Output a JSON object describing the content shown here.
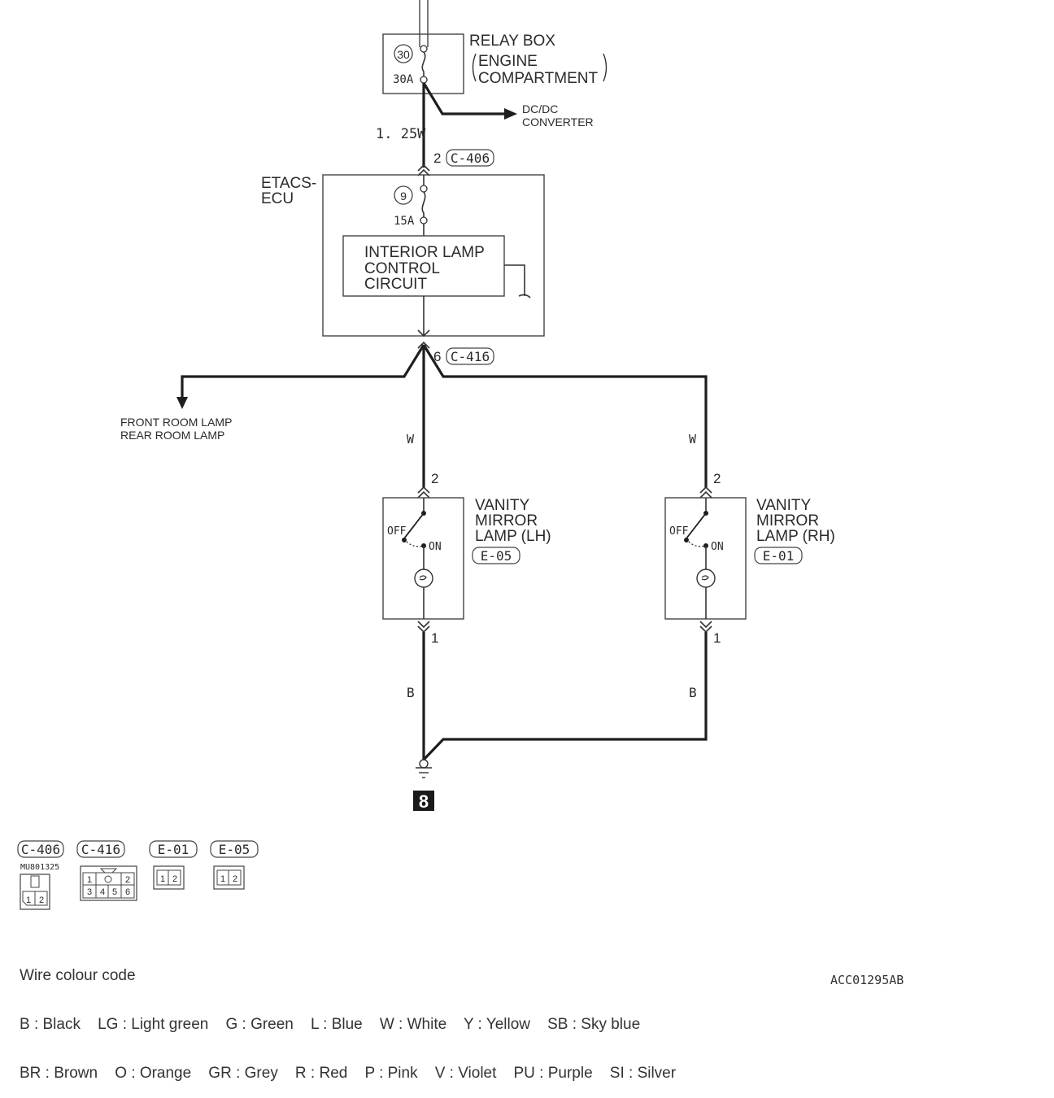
{
  "relay_box": {
    "title": "RELAY BOX",
    "subtitle_line1": "ENGINE",
    "subtitle_line2": "COMPARTMENT",
    "fuse_number": "30",
    "fuse_rating": "30A"
  },
  "dcdc": {
    "line1": "DC/DC",
    "line2": "CONVERTER"
  },
  "wire_main": {
    "label": "1. 25W"
  },
  "connector_c406": {
    "pin": "2",
    "id": "C-406"
  },
  "etacs": {
    "label_line1": "ETACS-",
    "label_line2": "ECU",
    "fuse_number": "9",
    "fuse_rating": "15A",
    "circuit_line1": "INTERIOR LAMP",
    "circuit_line2": "CONTROL",
    "circuit_line3": "CIRCUIT"
  },
  "connector_c416": {
    "pin": "6",
    "id": "C-416"
  },
  "room_lamps": {
    "line1": "FRONT ROOM LAMP",
    "line2": "REAR ROOM LAMP"
  },
  "lamp_lh": {
    "wire_top": "W",
    "pin_top": "2",
    "pin_bottom": "1",
    "wire_bottom": "B",
    "switch_off": "OFF",
    "switch_on": "ON",
    "name_line1": "VANITY",
    "name_line2": "MIRROR",
    "name_line3": "LAMP (LH)",
    "connector": "E-05"
  },
  "lamp_rh": {
    "wire_top": "W",
    "pin_top": "2",
    "pin_bottom": "1",
    "wire_bottom": "B",
    "switch_off": "OFF",
    "switch_on": "ON",
    "name_line1": "VANITY",
    "name_line2": "MIRROR",
    "name_line3": "LAMP (RH)",
    "connector": "E-01"
  },
  "ground": {
    "number": "8"
  },
  "connectors_legend": [
    {
      "id": "C-406",
      "part_no": "MU801325",
      "pins": [
        "1",
        "2"
      ]
    },
    {
      "id": "C-416",
      "pins": [
        "1",
        "2",
        "3",
        "4",
        "5",
        "6"
      ]
    },
    {
      "id": "E-01",
      "pins": [
        "1",
        "2"
      ]
    },
    {
      "id": "E-05",
      "pins": [
        "1",
        "2"
      ]
    }
  ],
  "wire_colour_code": {
    "title": "Wire colour code",
    "row1": "B : Black    LG : Light green    G : Green    L : Blue    W : White    Y : Yellow    SB : Sky blue",
    "row2": "BR : Brown    O : Orange    GR : Grey    R : Red    P : Pink    V : Violet    PU : Purple    SI : Silver"
  },
  "document_id": "ACC01295AB"
}
